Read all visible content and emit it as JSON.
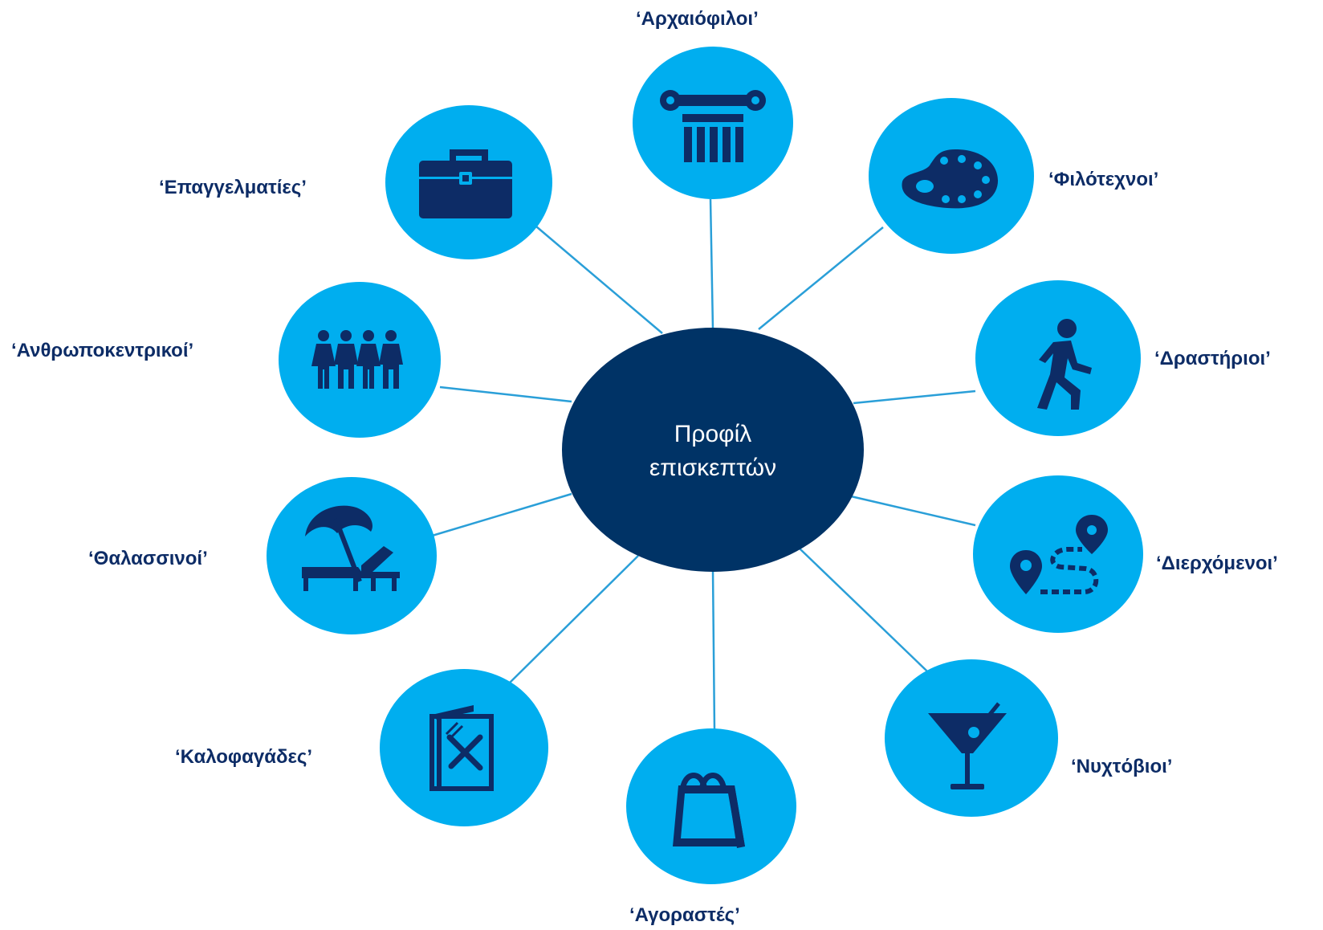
{
  "colors": {
    "node": "#00aeef",
    "icon": "#0d2c66",
    "center": "#003366",
    "connector": "#2a9fd8",
    "label": "#0d2c66"
  },
  "center": {
    "line1": "Προφίλ",
    "line2": "επισκεπτών"
  },
  "nodes": [
    {
      "label": "‘Αρχαιόφιλοι’",
      "icon": "ionic-column-icon"
    },
    {
      "label": "‘Φιλότεχνοι’",
      "icon": "paint-palette-icon"
    },
    {
      "label": "‘Δραστήριοι’",
      "icon": "walking-person-icon"
    },
    {
      "label": "‘Διερχόμενοι’",
      "icon": "route-pins-icon"
    },
    {
      "label": "‘Νυχτόβιοι’",
      "icon": "cocktail-glass-icon"
    },
    {
      "label": "‘Αγοραστές’",
      "icon": "shopping-bag-icon"
    },
    {
      "label": "‘Καλοφαγάδες’",
      "icon": "restaurant-menu-icon"
    },
    {
      "label": "‘Θαλασσινοί’",
      "icon": "beach-umbrella-icon"
    },
    {
      "label": "‘Ανθρωποκεντρικοί’",
      "icon": "people-group-icon"
    },
    {
      "label": "‘Επαγγελματίες’",
      "icon": "briefcase-icon"
    }
  ]
}
